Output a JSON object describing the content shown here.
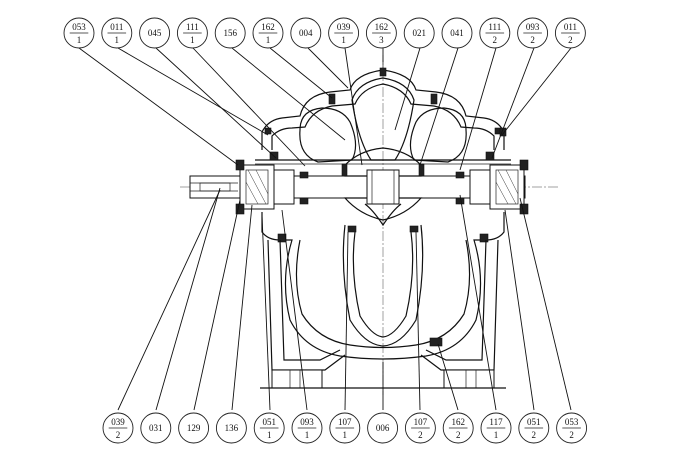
{
  "colors": {
    "line": "#111111",
    "background": "#ffffff"
  },
  "callouts_top": [
    {
      "id": "c053-1",
      "num": "053",
      "den": "1"
    },
    {
      "id": "c011-1",
      "num": "011",
      "den": "1"
    },
    {
      "id": "c045",
      "num": "045",
      "den": ""
    },
    {
      "id": "c111-1",
      "num": "111",
      "den": "1"
    },
    {
      "id": "c156",
      "num": "156",
      "den": ""
    },
    {
      "id": "c162-1",
      "num": "162",
      "den": "1"
    },
    {
      "id": "c004",
      "num": "004",
      "den": ""
    },
    {
      "id": "c039-1",
      "num": "039",
      "den": "1"
    },
    {
      "id": "c162-3",
      "num": "162",
      "den": "3"
    },
    {
      "id": "c021",
      "num": "021",
      "den": ""
    },
    {
      "id": "c041",
      "num": "041",
      "den": ""
    },
    {
      "id": "c111-2",
      "num": "111",
      "den": "2"
    },
    {
      "id": "c093-2",
      "num": "093",
      "den": "2"
    },
    {
      "id": "c011-2",
      "num": "011",
      "den": "2"
    }
  ],
  "callouts_bottom": [
    {
      "id": "c039-2",
      "num": "039",
      "den": "2"
    },
    {
      "id": "c031",
      "num": "031",
      "den": ""
    },
    {
      "id": "c129",
      "num": "129",
      "den": ""
    },
    {
      "id": "c136",
      "num": "136",
      "den": ""
    },
    {
      "id": "c051-1",
      "num": "051",
      "den": "1"
    },
    {
      "id": "c093-1",
      "num": "093",
      "den": "1"
    },
    {
      "id": "c107-1",
      "num": "107",
      "den": "1"
    },
    {
      "id": "c006",
      "num": "006",
      "den": ""
    },
    {
      "id": "c107-2",
      "num": "107",
      "den": "2"
    },
    {
      "id": "c162-2",
      "num": "162",
      "den": "2"
    },
    {
      "id": "c117-1",
      "num": "117",
      "den": "1"
    },
    {
      "id": "c051-2",
      "num": "051",
      "den": "2"
    },
    {
      "id": "c053-2",
      "num": "053",
      "den": "2"
    }
  ]
}
